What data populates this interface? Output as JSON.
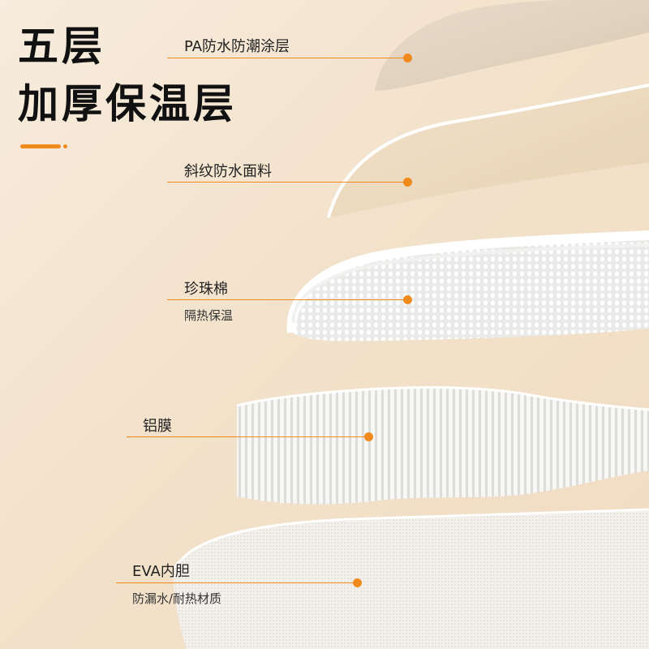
{
  "title": {
    "line1": "五层",
    "line2": "加厚保温层"
  },
  "layers": [
    {
      "label": "PA防水防潮涂层",
      "sub": ""
    },
    {
      "label": "斜纹防水面料",
      "sub": ""
    },
    {
      "label": "珍珠棉",
      "sub": "隔热保温"
    },
    {
      "label": "铝膜",
      "sub": ""
    },
    {
      "label": "EVA内胆",
      "sub": "防漏水/耐热材质"
    }
  ],
  "colors": {
    "accent": "#f08a1c",
    "background": "#f3e2cb"
  }
}
